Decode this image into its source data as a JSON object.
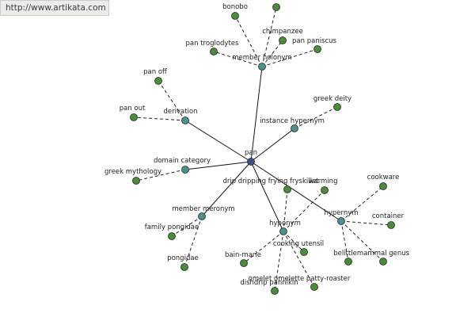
{
  "site": {
    "url": "http://www.artikata.com"
  },
  "colors": {
    "root_node": "#3c4f88",
    "relation_node": "#4d9090",
    "leaf_node": "#4e8a3c",
    "solid_edge": "#111111",
    "dashed_edge": "#222222"
  },
  "graph": {
    "root": "pan",
    "relations": [
      {
        "label": "member holonym",
        "terms": [
          "bonobo",
          "chimpanzee",
          "pan troglodytes",
          "pan paniscus",
          ""
        ]
      },
      {
        "label": "derivation",
        "terms": [
          "pan off",
          "pan out"
        ]
      },
      {
        "label": "instance hypernym",
        "terms": [
          "greek deity"
        ]
      },
      {
        "label": "domain category",
        "terms": [
          "greek mythology"
        ]
      },
      {
        "label": "member meronym",
        "terms": [
          "family pongidae",
          "pongidae"
        ]
      },
      {
        "label": "hyponym",
        "terms": [
          "drip dripping frying fryskillet",
          "warming",
          "bain-marie",
          "cooking utensil",
          "dishdrip pannikin",
          "omelet omelette patty-roaster"
        ]
      },
      {
        "label": "hypernym",
        "terms": [
          "cookware",
          "container",
          "belittle",
          "mammal genus"
        ]
      }
    ]
  }
}
